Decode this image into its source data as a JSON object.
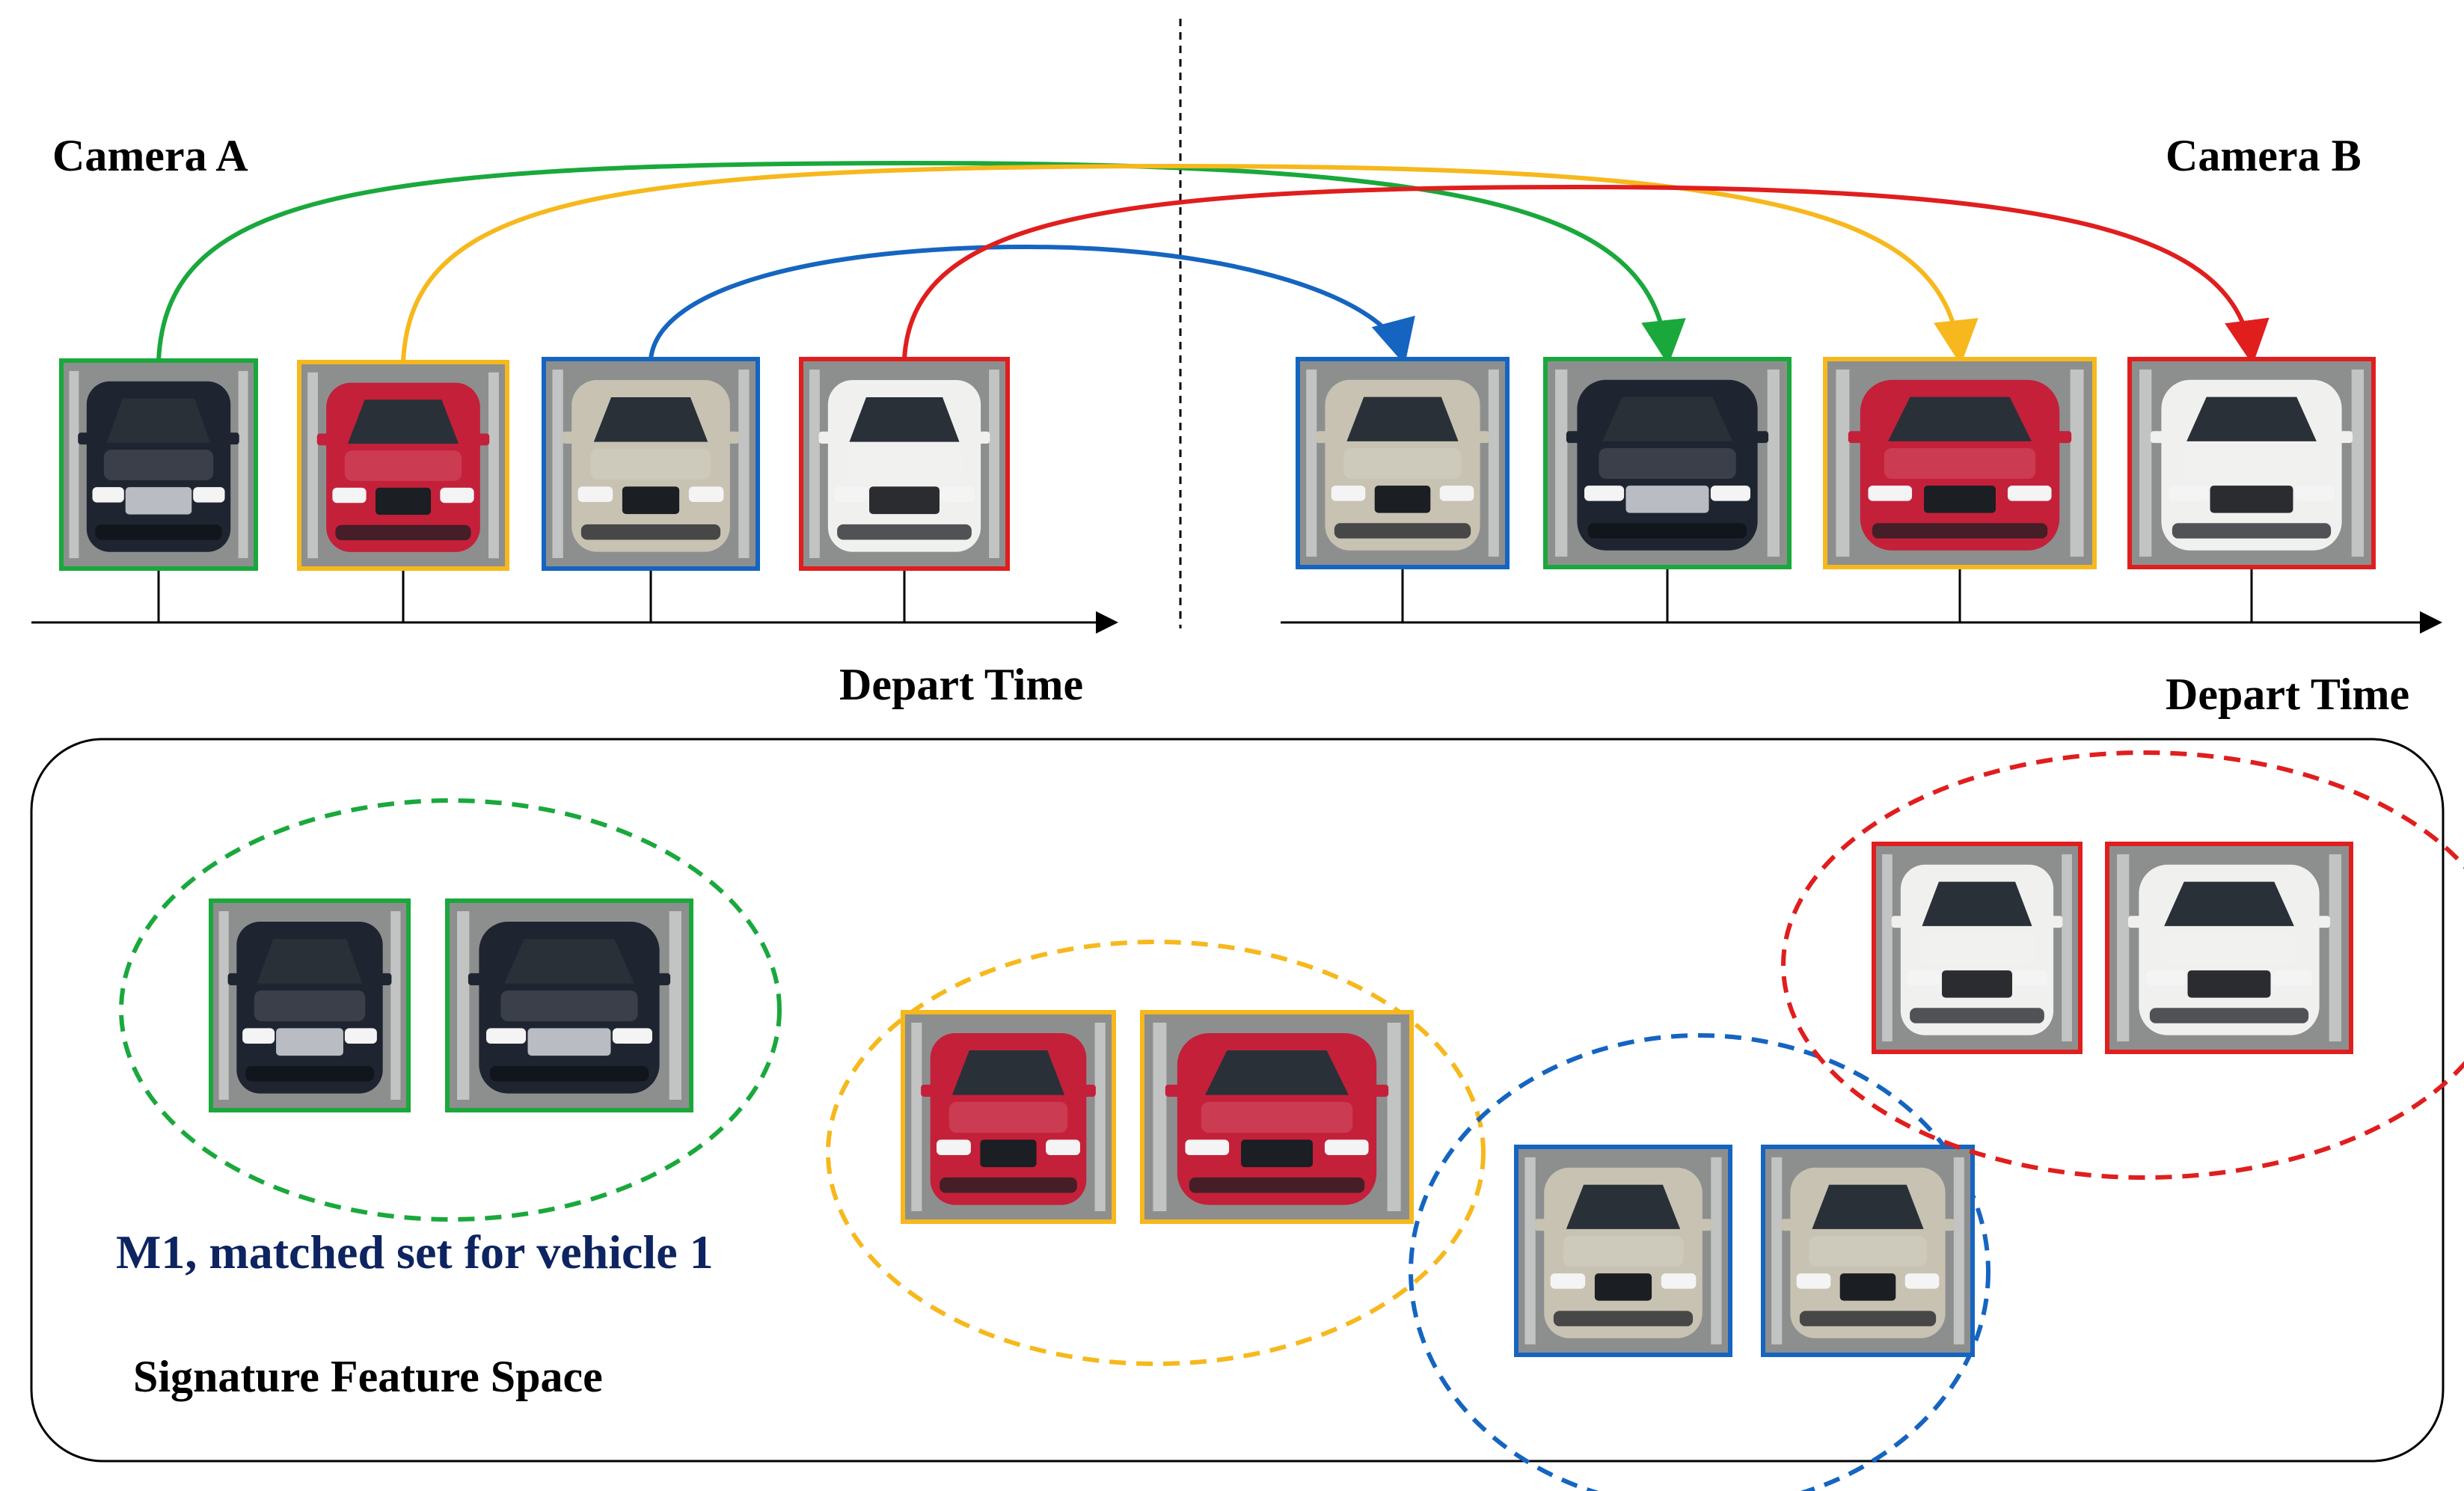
{
  "labels": {
    "camera_a": "Camera A",
    "camera_b": "Camera B",
    "depart_time_a": "Depart Time",
    "depart_time_b": "Depart Time",
    "m1_caption": "M1, matched set for vehicle 1",
    "feature_space": "Signature Feature Space"
  },
  "colors": {
    "green": "#1aa83c",
    "yellow": "#f6b81c",
    "blue": "#1565c0",
    "red": "#e01e1e",
    "caption_navy": "#0d2460"
  },
  "vehicles": [
    {
      "id": "vehicle-1",
      "color_key": "green",
      "car_body": "#1f2530",
      "car_type": "suv"
    },
    {
      "id": "vehicle-2",
      "color_key": "yellow",
      "car_body": "#c4203a",
      "car_type": "sedan"
    },
    {
      "id": "vehicle-3",
      "color_key": "blue",
      "car_body": "#c7c2b2",
      "car_type": "sedan"
    },
    {
      "id": "vehicle-4",
      "color_key": "red",
      "car_body": "#f0f0ee",
      "car_type": "truck"
    }
  ],
  "camera_a_order": [
    "vehicle-1",
    "vehicle-2",
    "vehicle-3",
    "vehicle-4"
  ],
  "camera_b_order": [
    "vehicle-3",
    "vehicle-1",
    "vehicle-2",
    "vehicle-4"
  ]
}
